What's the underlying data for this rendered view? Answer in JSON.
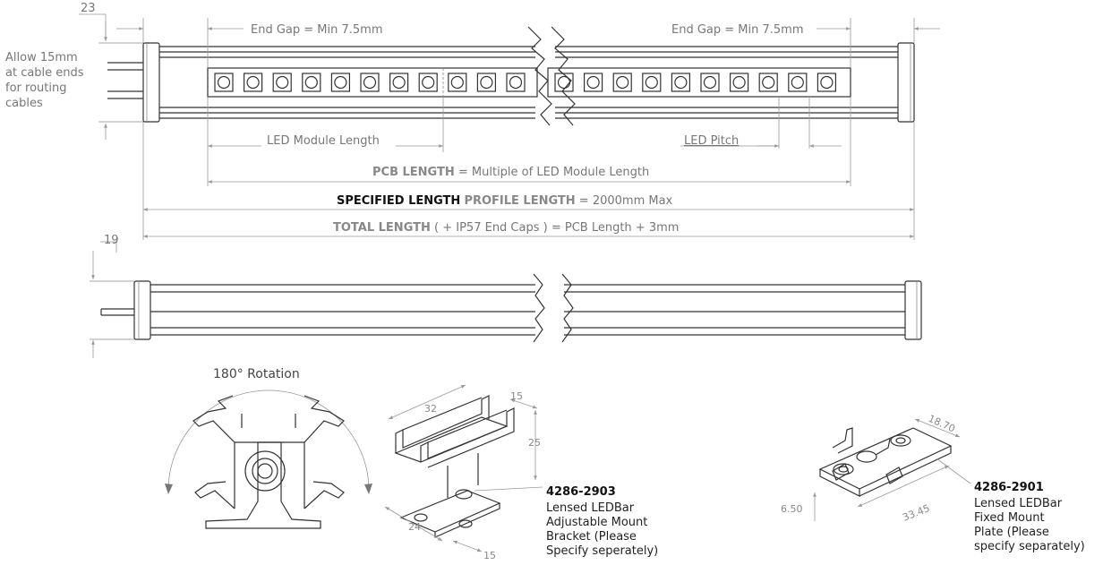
{
  "dimensions": {
    "end_gap_left": "End Gap = Min 7.5mm",
    "end_gap_right": "End Gap = Min 7.5mm",
    "height_top": "23",
    "height_bottom": "19",
    "cable_note": [
      "Allow 15mm",
      "at cable ends",
      "for routing",
      "cables"
    ],
    "led_module_length": "LED Module Length",
    "led_pitch": "LED Pitch",
    "pcb_length_bold": "PCB LENGTH",
    "pcb_length_rest": " = Multiple of LED Module Length",
    "specified_length": "SPECIFIED LENGTH",
    "profile_length_bold": "PROFILE LENGTH",
    "profile_length_rest": " = 2000mm Max",
    "total_length_bold": "TOTAL LENGTH",
    "total_length_rest": " ( + IP57 End Caps ) = PCB Length + 3mm"
  },
  "rotation": {
    "label": "180° Rotation"
  },
  "bracket": {
    "dims": {
      "top": "32",
      "width": "15",
      "height": "25",
      "base": "24",
      "foot": "15"
    },
    "part_number": "4286-2903",
    "description": [
      "Lensed LEDBar",
      "Adjustable Mount",
      "Bracket (Please",
      "Specify seperately)"
    ]
  },
  "plate": {
    "dims": {
      "width": "18.70",
      "length": "33.45",
      "height": "6.50"
    },
    "part_number": "4286-2901",
    "description": [
      "Lensed LEDBar",
      "Fixed Mount",
      "Plate (Please",
      "specify separately)"
    ]
  }
}
